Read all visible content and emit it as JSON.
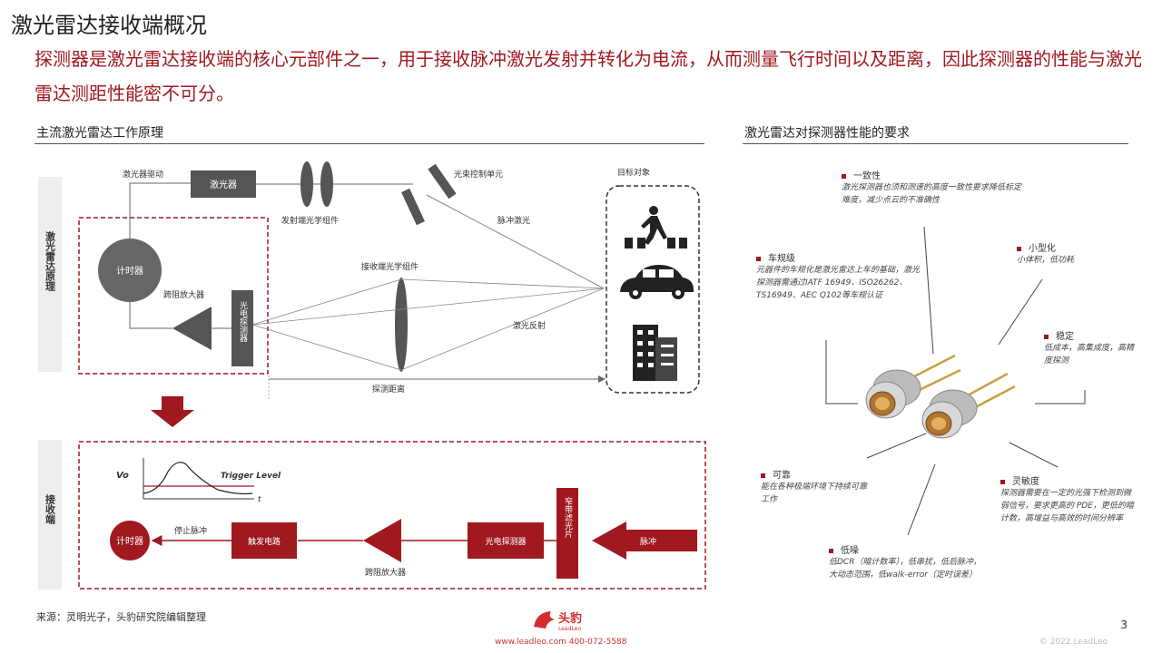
{
  "title": "激光雷达接收端概况",
  "intro": "探测器是激光雷达接收端的核心元部件之一，用于接收脉冲激光发射并转化为电流，从而测量飞行时间以及距离，因此探测器的性能与激光雷达测距性能密不可分。",
  "left_section": {
    "heading": "主流激光雷达工作原理",
    "side_label_lidar": "激光雷达原理",
    "side_label_receiver": "接收端",
    "diagram": {
      "driver_label": "激光器驱动",
      "laser_label": "激光器",
      "tx_optics_label": "发射端光学组件",
      "beam_steering_label": "光束控制单元",
      "pulse_label": "脉冲激光",
      "rx_optics_label": "接收端光学组件",
      "reflect_label": "激光反射",
      "timer_label": "计时器",
      "amp_label": "跨阻放大器",
      "detector_label": "光电探测器",
      "distance_label": "探测距离",
      "target_label": "目标对象"
    },
    "receiver_chain": {
      "vo_label": "Vo",
      "trigger_label": "Trigger Level",
      "t_label": "t",
      "timer": "计时器",
      "stop_label": "停止脉冲",
      "trigger_circuit": "触发电路",
      "amp": "跨阻放大器",
      "detector": "光电探测器",
      "filter": "窄带滤光片",
      "pulse_in": "脉冲"
    }
  },
  "right_section": {
    "heading": "激光雷达对探测器性能的要求",
    "requirements": [
      {
        "title": "一致性",
        "text": "激光探测器也须和测速的高度一致性要求降低标定难度，减少点云的不准确性"
      },
      {
        "title": "车规级",
        "text": "元器件的车规化是激光雷达上车的基础，激光探测器需通过IATF 16949、ISO26262、TS16949、AEC Q102等车规认证"
      },
      {
        "title": "小型化",
        "text": "小体积，低功耗"
      },
      {
        "title": "可靠",
        "text": "能在各种极端环境下持续可靠工作"
      },
      {
        "title": "稳定",
        "text": "低成本，高集成度，高精度探测"
      },
      {
        "title": "灵敏度",
        "text": "探测器需要在一定的光强下检测到微弱信号，要求更高的 PDE，更低的暗计数，高增益与高效的时间分辨率"
      },
      {
        "title": "低噪",
        "text": "低DCR（暗计数率），低串扰，低后脉冲，大动态范围，低walk-error（定时误差）"
      }
    ]
  },
  "footer": {
    "source": "来源：灵明光子，头豹研究院编辑整理",
    "logo_text": "头豹",
    "logo_sub": "LeadLeo",
    "contact": "www.leadleo.com   400-072-5588",
    "page": "3",
    "copyright": "© 2022 LeadLeo"
  },
  "colors": {
    "accent": "#a0191f",
    "dark_gray": "#555555"
  }
}
